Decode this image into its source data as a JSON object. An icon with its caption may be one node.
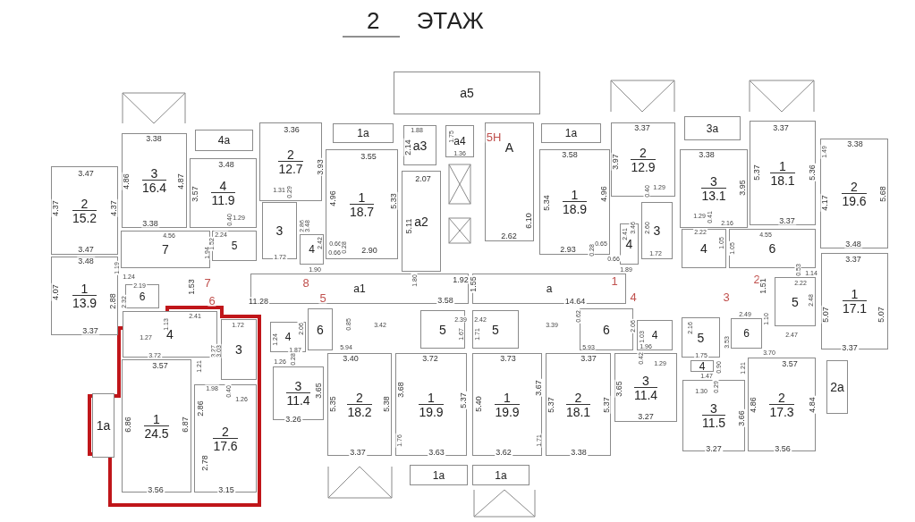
{
  "diagram": {
    "title": "2 ЭТАЖ",
    "nodes": [
      {
        "text": [
          "2",
          "15.2"
        ]
      },
      {
        "text": [
          "3",
          "16.4"
        ]
      },
      {
        "text": [
          "4а"
        ]
      },
      {
        "text": [
          "4",
          "11.9"
        ]
      },
      {
        "text": [
          "7"
        ]
      },
      {
        "text": [
          "5"
        ]
      },
      {
        "text": [
          "2",
          "12.7"
        ]
      },
      {
        "text": [
          "3"
        ]
      },
      {
        "text": [
          "4"
        ]
      },
      {
        "text": [
          "1",
          "18.7"
        ]
      },
      {
        "text": [
          "1а"
        ]
      },
      {
        "text": [
          "1",
          "13.9"
        ]
      },
      {
        "text": [
          "6"
        ]
      },
      {
        "text": [
          "а1"
        ]
      },
      {
        "text": [
          "а"
        ]
      },
      {
        "text": [
          "а5"
        ]
      },
      {
        "text": [
          "а3"
        ]
      },
      {
        "text": [
          "а4"
        ]
      },
      {
        "text": [
          "А"
        ]
      },
      {
        "text": [
          "а2"
        ]
      },
      {
        "text": [
          "1а"
        ]
      },
      {
        "text": [
          "1",
          "18.9"
        ]
      },
      {
        "text": [
          "2",
          "12.9"
        ]
      },
      {
        "text": [
          "3"
        ]
      },
      {
        "text": [
          "4"
        ]
      },
      {
        "text": [
          "3а"
        ]
      },
      {
        "text": [
          "3",
          "13.1"
        ]
      },
      {
        "text": [
          "1",
          "18.1"
        ]
      },
      {
        "text": [
          "2",
          "19.6"
        ]
      },
      {
        "text": [
          "4"
        ]
      },
      {
        "text": [
          "6"
        ]
      },
      {
        "text": [
          "1",
          "17.1"
        ]
      },
      {
        "text": [
          "5"
        ]
      },
      {
        "text": [
          "4"
        ]
      },
      {
        "text": [
          "3"
        ]
      },
      {
        "text": [
          "1",
          "24.5"
        ]
      },
      {
        "text": [
          "2",
          "17.6"
        ]
      },
      {
        "text": [
          "1а"
        ]
      },
      {
        "text": [
          "6"
        ]
      },
      {
        "text": [
          "4"
        ]
      },
      {
        "text": [
          "3",
          "11.4"
        ]
      },
      {
        "text": [
          "2",
          "18.2"
        ]
      },
      {
        "text": [
          "5"
        ]
      },
      {
        "text": [
          "1",
          "19.9"
        ]
      },
      {
        "text": [
          "5"
        ]
      },
      {
        "text": [
          "1",
          "19.9"
        ]
      },
      {
        "text": [
          "2",
          "18.1"
        ]
      },
      {
        "text": [
          "1а"
        ]
      },
      {
        "text": [
          "1а"
        ]
      },
      {
        "text": [
          "6"
        ]
      },
      {
        "text": [
          "3",
          "11.4"
        ]
      },
      {
        "text": [
          "4"
        ]
      },
      {
        "text": [
          "5"
        ]
      },
      {
        "text": [
          "6"
        ]
      },
      {
        "text": [
          "4"
        ]
      },
      {
        "text": [
          "3",
          "11.5"
        ]
      },
      {
        "text": [
          "2",
          "17.3"
        ]
      },
      {
        "text": [
          "2а"
        ]
      }
    ],
    "labels": [
      "5Н",
      "7",
      "8",
      "6",
      "5",
      "1",
      "2",
      "4",
      "3",
      "3.38",
      "3.47",
      "4.37",
      "4.37",
      "4.86",
      "4.87",
      "3.38",
      "4.56",
      "3.47",
      "3.48",
      "3.48",
      "3.57",
      "1.29",
      "0.40",
      "2.24",
      "1.52",
      "1.94",
      "1.19",
      "1.24",
      "2.19",
      "1.53",
      "3.36",
      "3.93",
      "1.31",
      "0.29",
      "2.86",
      "3.48",
      "1.72",
      "1.90",
      "4.96",
      "5.33",
      "2.42",
      "0.66",
      "0.28",
      "0.66",
      "2.90",
      "3.55",
      "1.88",
      "2.14",
      "1.75",
      "1.36",
      "2.07",
      "5.11",
      "1.80",
      "1.92",
      "1.55",
      "3.58",
      "2.62",
      "6.10",
      "3.58",
      "5.34",
      "4.96",
      "2.93",
      "0.28",
      "0.65",
      "0.66",
      "2.41",
      "1.89",
      "11.28",
      "14.64",
      "3.37",
      "3.97",
      "0.40",
      "1.29",
      "3.46",
      "2.60",
      "1.72",
      "3.38",
      "3.95",
      "1.29",
      "0.41",
      "2.16",
      "2.22",
      "1.05",
      "1.05",
      "3.37",
      "5.37",
      "5.36",
      "3.37",
      "4.55",
      "3.38",
      "1.49",
      "4.17",
      "5.68",
      "3.48",
      "3.37",
      "1.14",
      "0.53",
      "2.22",
      "1.51",
      "2.48",
      "5.07",
      "5.07",
      "3.37",
      "2.88",
      "4.07",
      "2.32",
      "3.37",
      "2.41",
      "1.13",
      "1.27",
      "1.72",
      "3.72",
      "3.57",
      "3.27",
      "3.03",
      "1.21",
      "1.98",
      "0.40",
      "1.26",
      "6.86",
      "6.87",
      "2.86",
      "2.78",
      "3.56",
      "3.15",
      "2.06",
      "1.24",
      "1.87",
      "0.28",
      "1.26",
      "3.65",
      "3.26",
      "0.85",
      "3.42",
      "2.39",
      "1.67",
      "2.42",
      "1.71",
      "3.39",
      "0.62",
      "5.94",
      "3.40",
      "3.72",
      "3.73",
      "5.93",
      "3.37",
      "5.35",
      "5.38",
      "3.68",
      "5.37",
      "1.76",
      "3.37",
      "3.63",
      "5.40",
      "3.67",
      "5.37",
      "5.37",
      "1.71",
      "3.62",
      "3.38",
      "2.06",
      "1.03",
      "1.96",
      "0.42",
      "1.29",
      "3.65",
      "3.27",
      "2.16",
      "1.75",
      "3.53",
      "2.49",
      "1.10",
      "2.47",
      "3.70",
      "3.57",
      "0.90",
      "1.21",
      "1.47",
      "0.29",
      "1.30",
      "3.66",
      "4.86",
      "4.84",
      "3.27",
      "3.56"
    ]
  }
}
